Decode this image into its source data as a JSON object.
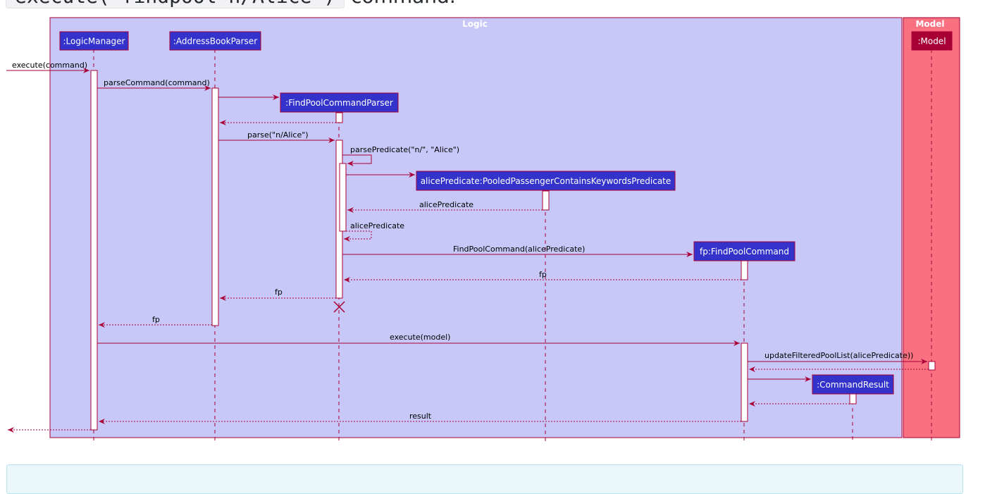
{
  "header": {
    "code": "execute(\"findpool n/Alice\")",
    "suffix": "command."
  },
  "boxes": [
    {
      "id": "logic",
      "label": "Logic",
      "color": "#C8C8F8"
    },
    {
      "id": "model",
      "label": "Model",
      "color": "#F97181"
    }
  ],
  "participants": [
    {
      "id": "lm",
      "label": ":LogicManager"
    },
    {
      "id": "abp",
      "label": ":AddressBookParser"
    },
    {
      "id": "fpcp",
      "label": ":FindPoolCommandParser"
    },
    {
      "id": "pred",
      "label": "alicePredicate:PooledPassengerContainsKeywordsPredicate"
    },
    {
      "id": "fpc",
      "label": "fp:FindPoolCommand"
    },
    {
      "id": "cr",
      "label": ":CommandResult"
    },
    {
      "id": "model",
      "label": ":Model"
    }
  ],
  "messages": [
    {
      "label": "execute(command)"
    },
    {
      "label": "parseCommand(command)"
    },
    {
      "label": "parse(\"n/Alice\")"
    },
    {
      "label": "parsePredicate(\"n/\", \"Alice\")"
    },
    {
      "label": "alicePredicate"
    },
    {
      "label": "alicePredicate"
    },
    {
      "label": "FindPoolCommand(alicePredicate)"
    },
    {
      "label": "fp"
    },
    {
      "label": "fp"
    },
    {
      "label": "fp"
    },
    {
      "label": "execute(model)"
    },
    {
      "label": "updateFilteredPoolList(alicePredicate))"
    },
    {
      "label": "result"
    }
  ],
  "colors": {
    "arrow": "#A80036",
    "participant_fill": "#3333CC",
    "model_participant_fill": "#A80036",
    "participant_text": "#FFFFFF",
    "logic_box": "#C8C8F8",
    "model_box": "#F97181",
    "note_box": "#E9F7FB"
  }
}
